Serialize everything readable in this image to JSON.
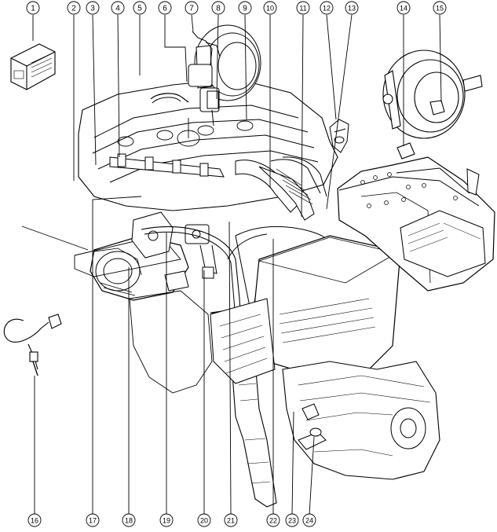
{
  "callouts": {
    "top": [
      "1",
      "2",
      "3",
      "4",
      "5",
      "6",
      "7",
      "8",
      "9",
      "10",
      "11",
      "12",
      "13",
      "14",
      "15"
    ],
    "bottom": [
      "16",
      "17",
      "18",
      "19",
      "20",
      "21",
      "22",
      "23",
      "24"
    ]
  }
}
